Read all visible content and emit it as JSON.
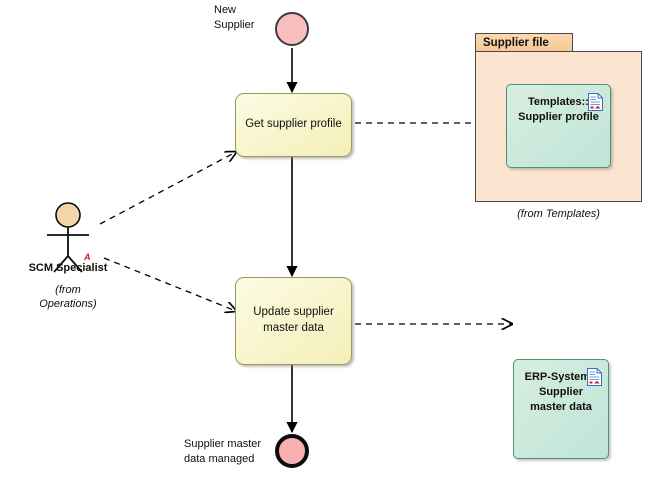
{
  "diagram": {
    "type": "uml-activity-diagram",
    "background_color": "#ffffff",
    "start": {
      "label": "New\nSupplier",
      "label_line1": "New",
      "label_line2": "Supplier",
      "color": "#f9bfbf"
    },
    "end": {
      "label_line1": "Supplier master",
      "label_line2": "data managed",
      "color": "#f9b0b0"
    },
    "activities": [
      {
        "id": "get-supplier-profile",
        "label": "Get supplier profile",
        "fill": "#f7f3c8"
      },
      {
        "id": "update-supplier-master-data",
        "label_line1": "Update supplier",
        "label_line2": "master data",
        "fill": "#f7f3c8"
      }
    ],
    "actor": {
      "name": "SCM Specialist",
      "from_line1": "(from",
      "from_line2": "Operations)",
      "marker": "A",
      "marker_color": "#cc2020",
      "head_color": "#f3d6a8"
    },
    "package": {
      "title": "Supplier file",
      "caption": "(from Templates)",
      "tab_color": "#f9cd9b",
      "body_color": "#fbe5d0"
    },
    "artifacts": [
      {
        "id": "templates-supplier-profile",
        "line1": "Templates::",
        "line2": "Supplier profile",
        "icon": "document-icon",
        "fill": "#c9e9dc"
      },
      {
        "id": "erp-system-supplier-master-data",
        "line1": "ERP-System::",
        "line2": "Supplier",
        "line3": "master data",
        "icon": "document-icon",
        "fill": "#c9e9dc"
      }
    ],
    "edges": [
      {
        "id": "start-to-get-profile",
        "style": "solid",
        "arrow": "filled"
      },
      {
        "id": "get-profile-to-update",
        "style": "solid",
        "arrow": "filled"
      },
      {
        "id": "update-to-end",
        "style": "solid",
        "arrow": "filled"
      },
      {
        "id": "get-profile-to-templates",
        "style": "dashed",
        "arrow": "open"
      },
      {
        "id": "update-to-erp",
        "style": "dashed",
        "arrow": "open"
      },
      {
        "id": "actor-to-get-profile",
        "style": "dashed",
        "arrow": "open"
      },
      {
        "id": "actor-to-update",
        "style": "dashed",
        "arrow": "open"
      }
    ]
  }
}
